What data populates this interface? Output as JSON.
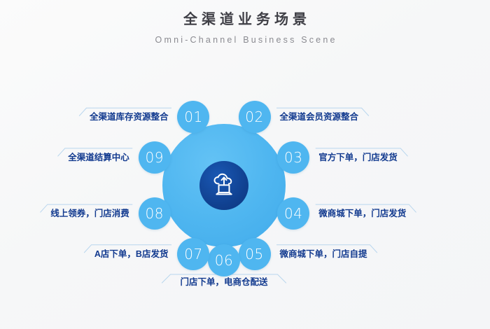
{
  "header": {
    "title": "全渠道业务场景",
    "subtitle": "Omni-Channel Business Scene"
  },
  "theme": {
    "background": "#f8f8f8",
    "ring_blue": "#4fb6f0",
    "center_navy": "#134a9e",
    "label_navy": "#123a8f",
    "title_gray": "#3f3f46",
    "subtitle_gray": "#8a8a90",
    "connector_blue": "#b9d6ee"
  },
  "center": {
    "icon": "cloud-upload-laptop-icon"
  },
  "nodes": [
    {
      "number": "01",
      "label": "全渠道库存资源整合",
      "side": "left"
    },
    {
      "number": "02",
      "label": "全渠道会员资源整合",
      "side": "right"
    },
    {
      "number": "03",
      "label": "官方下单，门店发货",
      "side": "right"
    },
    {
      "number": "04",
      "label": "微商城下单，门店发货",
      "side": "right"
    },
    {
      "number": "05",
      "label": "微商城下单，门店自提",
      "side": "right"
    },
    {
      "number": "06",
      "label": "门店下单，电商仓配送",
      "side": "bottom"
    },
    {
      "number": "07",
      "label": "A店下单，B店发货",
      "side": "left"
    },
    {
      "number": "08",
      "label": "线上领券，门店消费",
      "side": "left"
    },
    {
      "number": "09",
      "label": "全渠道结算中心",
      "side": "left"
    }
  ]
}
